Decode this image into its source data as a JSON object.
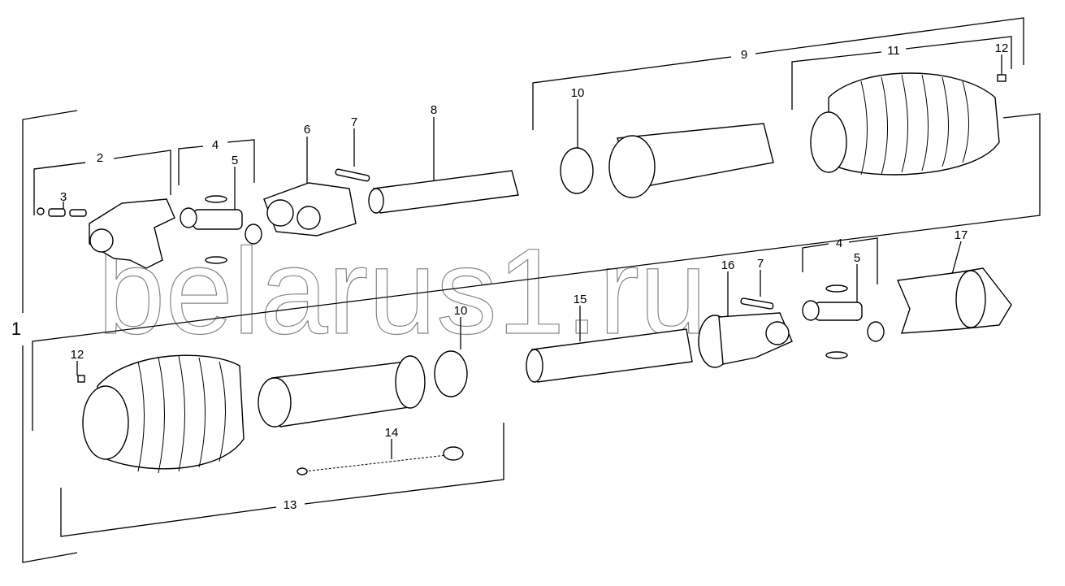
{
  "diagram": {
    "watermark": "belarus1.ru",
    "labels": {
      "assembly": "1",
      "yoke_outer": "2",
      "pin_set": "3",
      "cross_kit_a": "4",
      "cross_a": "5",
      "inner_yoke_a": "6",
      "spring_pin_a": "7",
      "inner_tube": "8",
      "guard_upper": "9",
      "bearing_ring_a": "10",
      "cone_upper": "11",
      "screw_a": "12",
      "screw_b": "12",
      "bearing_ring_b": "10",
      "guard_lower": "13",
      "chain": "14",
      "outer_tube": "15",
      "inner_yoke_b": "16",
      "spring_pin_b": "7",
      "cross_kit_b": "4",
      "cross_b": "5",
      "yoke_clutch": "17"
    }
  }
}
